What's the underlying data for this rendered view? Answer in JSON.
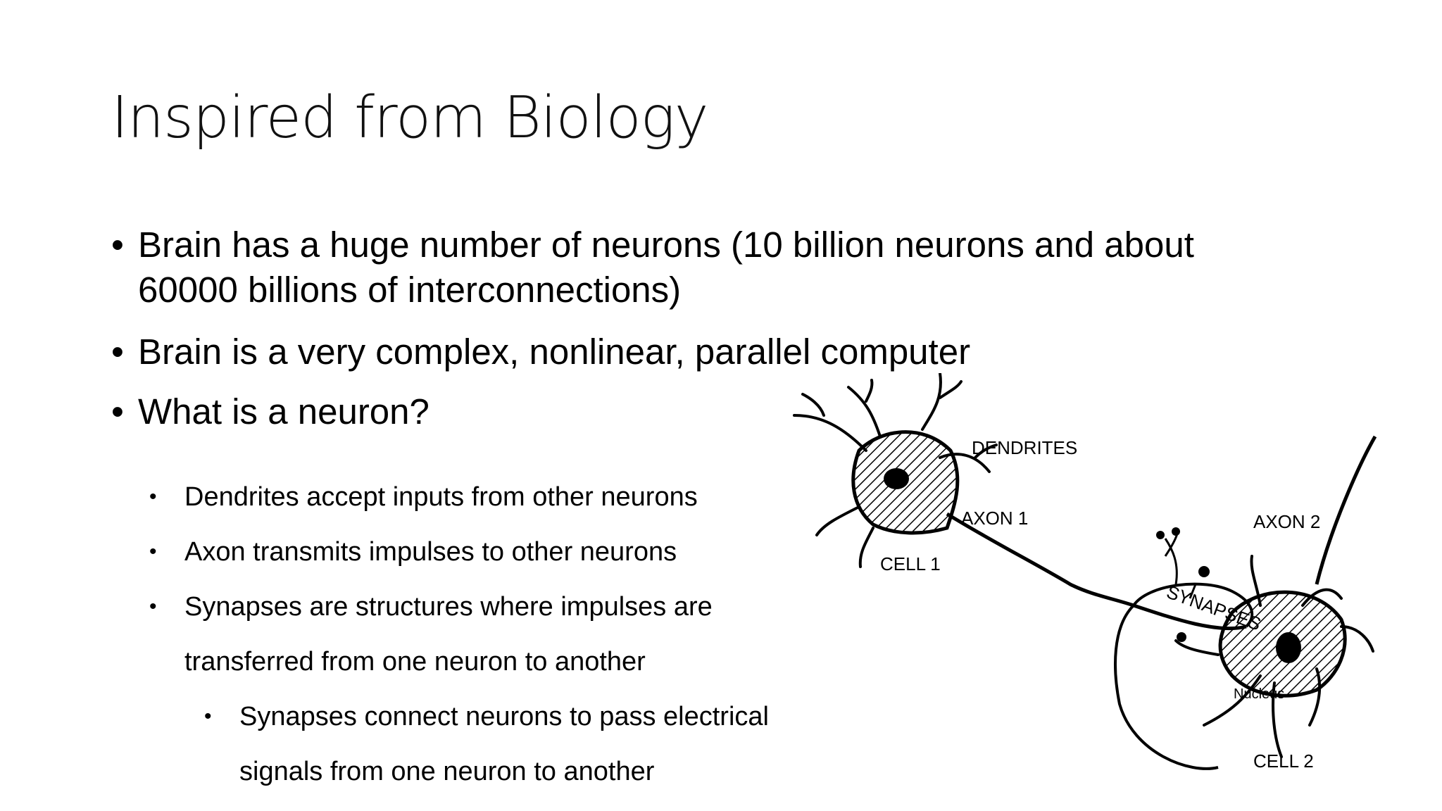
{
  "slide": {
    "title": "Inspired from Biology",
    "bullets": [
      {
        "line1": "Brain has a huge number of neurons (10 billion neurons and about",
        "line2": "60000 billions of interconnections)"
      },
      {
        "line1": "Brain is a very complex, nonlinear, parallel computer"
      },
      {
        "line1": "What is a neuron?"
      }
    ],
    "sub_bullets": [
      {
        "line1": "Dendrites accept inputs from other neurons"
      },
      {
        "line1": "Axon transmits impulses to other neurons"
      },
      {
        "line1": "Synapses are structures where impulses are",
        "line2": "transferred from one neuron to another"
      }
    ],
    "sub_sub_bullets": [
      {
        "line1": "Synapses connect neurons to pass electrical",
        "line2": "signals from one neuron to another"
      }
    ],
    "bullet_glyph": "•"
  },
  "diagram": {
    "labels": {
      "dendrites": "DENDRITES",
      "axon1": "AXON 1",
      "cell1": "CELL 1",
      "axon2": "AXON 2",
      "synapses": "SYNAPSES",
      "nucleus": "Nucleus",
      "cell2": "CELL 2"
    }
  }
}
